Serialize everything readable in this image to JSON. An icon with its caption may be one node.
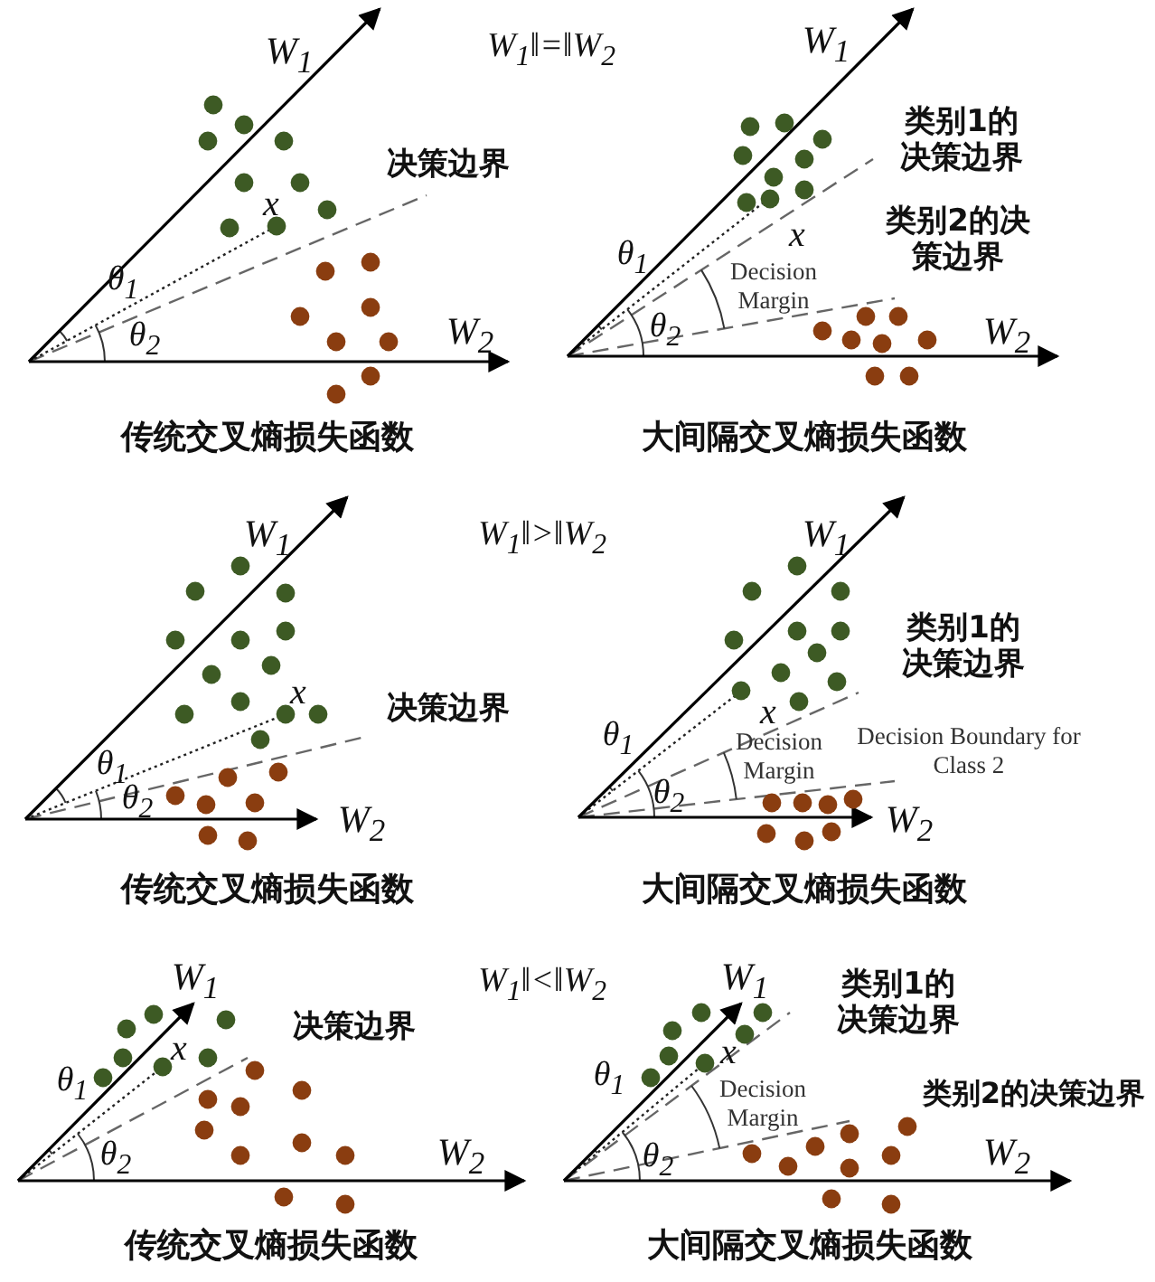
{
  "diagram": {
    "labels": [
      "W$_{1}$",
      "W$_{1}$‖=‖W$_{2}$",
      "W$_{1}$",
      "类别1的决策边界",
      "决策边界",
      "x",
      "x",
      "类别2的决策边界",
      "θ$_{1}$",
      "θ$_{1}$",
      "Decision Margin",
      "θ$_{2}$",
      "W$_{2}$",
      "θ$_{2}$",
      "W$_{2}$",
      "传统交叉熵损失函数",
      "大间隔交叉熵损失函数",
      "W$_{1}$",
      "W$_{1}$‖>‖W$_{2}$",
      "W$_{1}$",
      "类别1的决策边界",
      "x",
      "决策边界",
      "x",
      "θ$_{1}$",
      "θ$_{1}$",
      "Decision Margin",
      "Decision Boundary for Class 2",
      "θ$_{2}$",
      "W$_{2}$",
      "θ$_{2}$",
      "W$_{2}$",
      "传统交叉熵损失函数",
      "大间隔交叉熵损失函数",
      "W$_{1}$",
      "W$_{1}$‖<‖W$_{2}$",
      "W$_{1}$",
      "类别1的决策边界",
      "决策边界",
      "x",
      "x",
      "θ$_{1}$",
      "θ$_{1}$",
      "Decision Margin",
      "类别2的决策边界",
      "θ$_{2}$",
      "W$_{2}$",
      "θ$_{2}$",
      "W$_{2}$",
      "传统交叉熵损失函数",
      "大间隔交叉熵损失函数"
    ]
  }
}
